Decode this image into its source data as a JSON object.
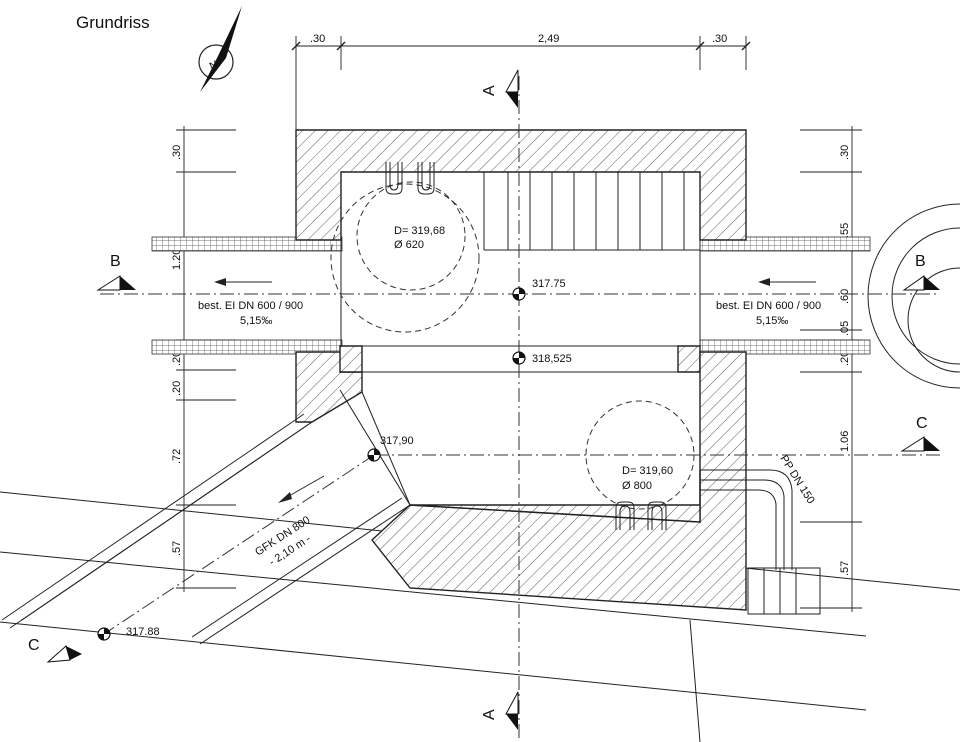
{
  "title": "Grundriss",
  "north_marker": "N",
  "top_dimensions": [
    ".30",
    "2,49",
    ".30"
  ],
  "left_dimensions": [
    ".30",
    "1.20",
    ".20",
    ".20",
    ".72",
    ".57"
  ],
  "right_dimensions": [
    ".30",
    ".55",
    ".60",
    ".05",
    ".20",
    "1.06",
    ".57"
  ],
  "section_markers": {
    "a_top": "A",
    "a_bottom": "A",
    "b_left": "B",
    "b_right": "B",
    "c_left": "C",
    "c_right": "C"
  },
  "elevations": {
    "center": "317.75",
    "lower": "318,525",
    "inlet": "317,90",
    "outlet": "317.88"
  },
  "shaft_left": {
    "depth": "D= 319,68",
    "diameter": "Ø 620"
  },
  "shaft_right": {
    "depth": "D= 319,60",
    "diameter": "Ø 800"
  },
  "pipe_left": {
    "name": "best. EI DN 600 / 900",
    "slope": "5,15‰"
  },
  "pipe_right": {
    "name": "best. EI DN 600 / 900",
    "slope": "5,15‰"
  },
  "gfk_pipe": {
    "name": "GFK DN 800",
    "length": "- 2,10 m -"
  },
  "pp_pipe": "PP DN 150",
  "colors": {
    "line": "#222222",
    "background": "#ffffff"
  }
}
